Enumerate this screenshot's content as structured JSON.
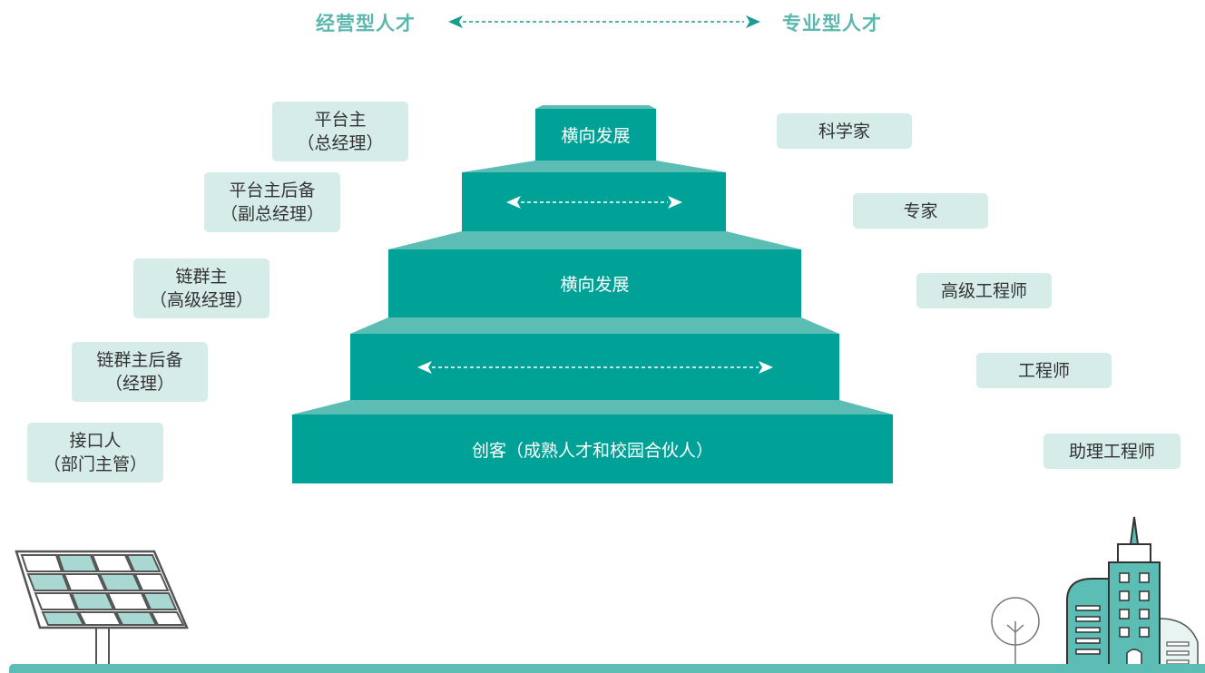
{
  "header": {
    "left": "经营型人才",
    "right": "专业型人才"
  },
  "pyramid": {
    "top_label": "横向发展",
    "mid_label": "横向发展",
    "base_label": "创客（成熟人才和校园合伙人）"
  },
  "left_roles": [
    {
      "title": "平台主",
      "sub": "（总经理）"
    },
    {
      "title": "平台主后备",
      "sub": "（副总经理）"
    },
    {
      "title": "链群主",
      "sub": "（高级经理）"
    },
    {
      "title": "链群主后备",
      "sub": "（经理）"
    },
    {
      "title": "接口人",
      "sub": "（部门主管）"
    }
  ],
  "right_roles": [
    "科学家",
    "专家",
    "高级工程师",
    "工程师",
    "助理工程师"
  ],
  "colors": {
    "teal": "#00a197",
    "light_teal": "#5bbdb3",
    "box_bg": "#d6ece9",
    "header": "#5bb8ae"
  },
  "icons": [
    "solar-panel-icon",
    "tree-icon",
    "buildings-icon",
    "double-arrow-icon"
  ]
}
